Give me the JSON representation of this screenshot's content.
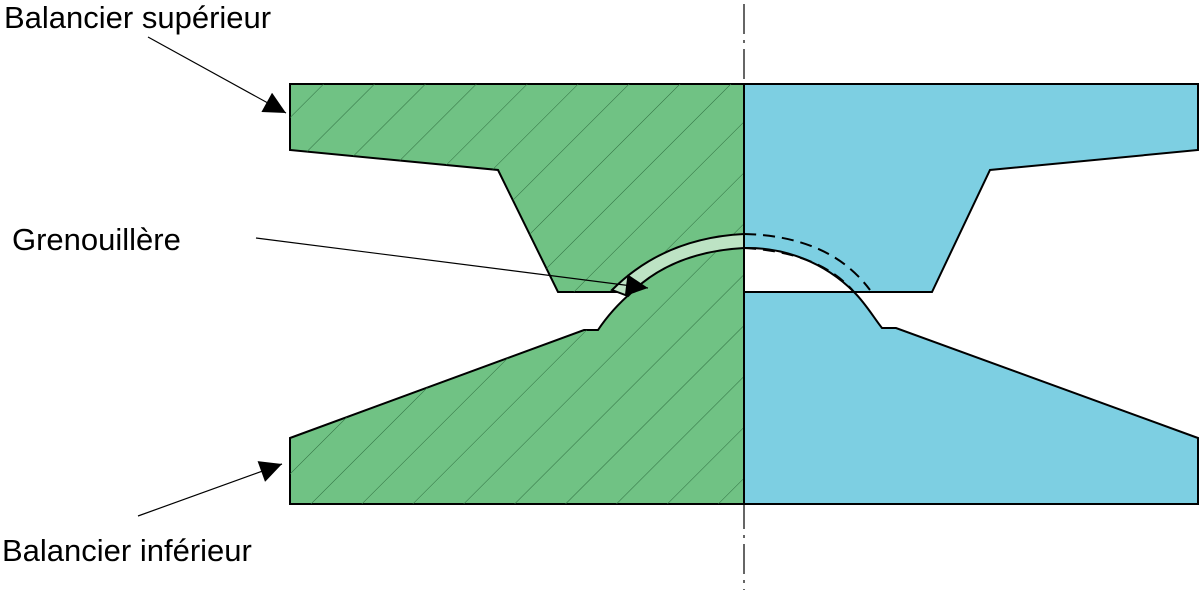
{
  "labels": {
    "upper_rocker": "Balancier supérieur",
    "knuckle": "Grenouillère",
    "lower_rocker": "Balancier inférieur"
  },
  "colors": {
    "section_fill": "#70c284",
    "section_hatch": "#2f6e40",
    "elevation_fill": "#7dcfe2",
    "knuckle_fill": "#bde3c4",
    "outline": "#000000",
    "background": "#ffffff"
  }
}
